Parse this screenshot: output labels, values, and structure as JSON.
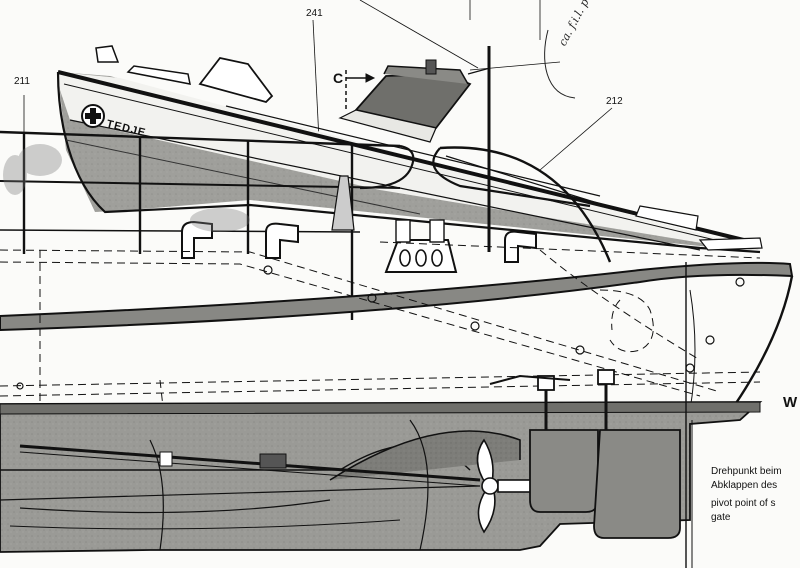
{
  "labels": {
    "ref_211": "211",
    "ref_241": "241",
    "ref_212": "212",
    "section_marker": "C",
    "hull_name": "TEDJE",
    "waterline_mark": "W",
    "handwritten_note": "ca. f.i.l. pullestr."
  },
  "note": {
    "german_line_1": "Drehpunkt beim",
    "german_line_2": "Abklappen des",
    "english_line_1": "pivot point of s",
    "english_line_2": "gate"
  },
  "colors": {
    "ink": "#111111",
    "paper": "#fbfbf9",
    "hull_shade": "#9a9a96",
    "keel_shade": "#7d7d79",
    "cabin_shade": "#6f6f6b",
    "rudder_shade": "#8a8a86"
  },
  "icons": {
    "emblem": "cross-in-circle-icon",
    "propeller": "propeller-icon",
    "section_arrow": "section-arrow-icon"
  }
}
